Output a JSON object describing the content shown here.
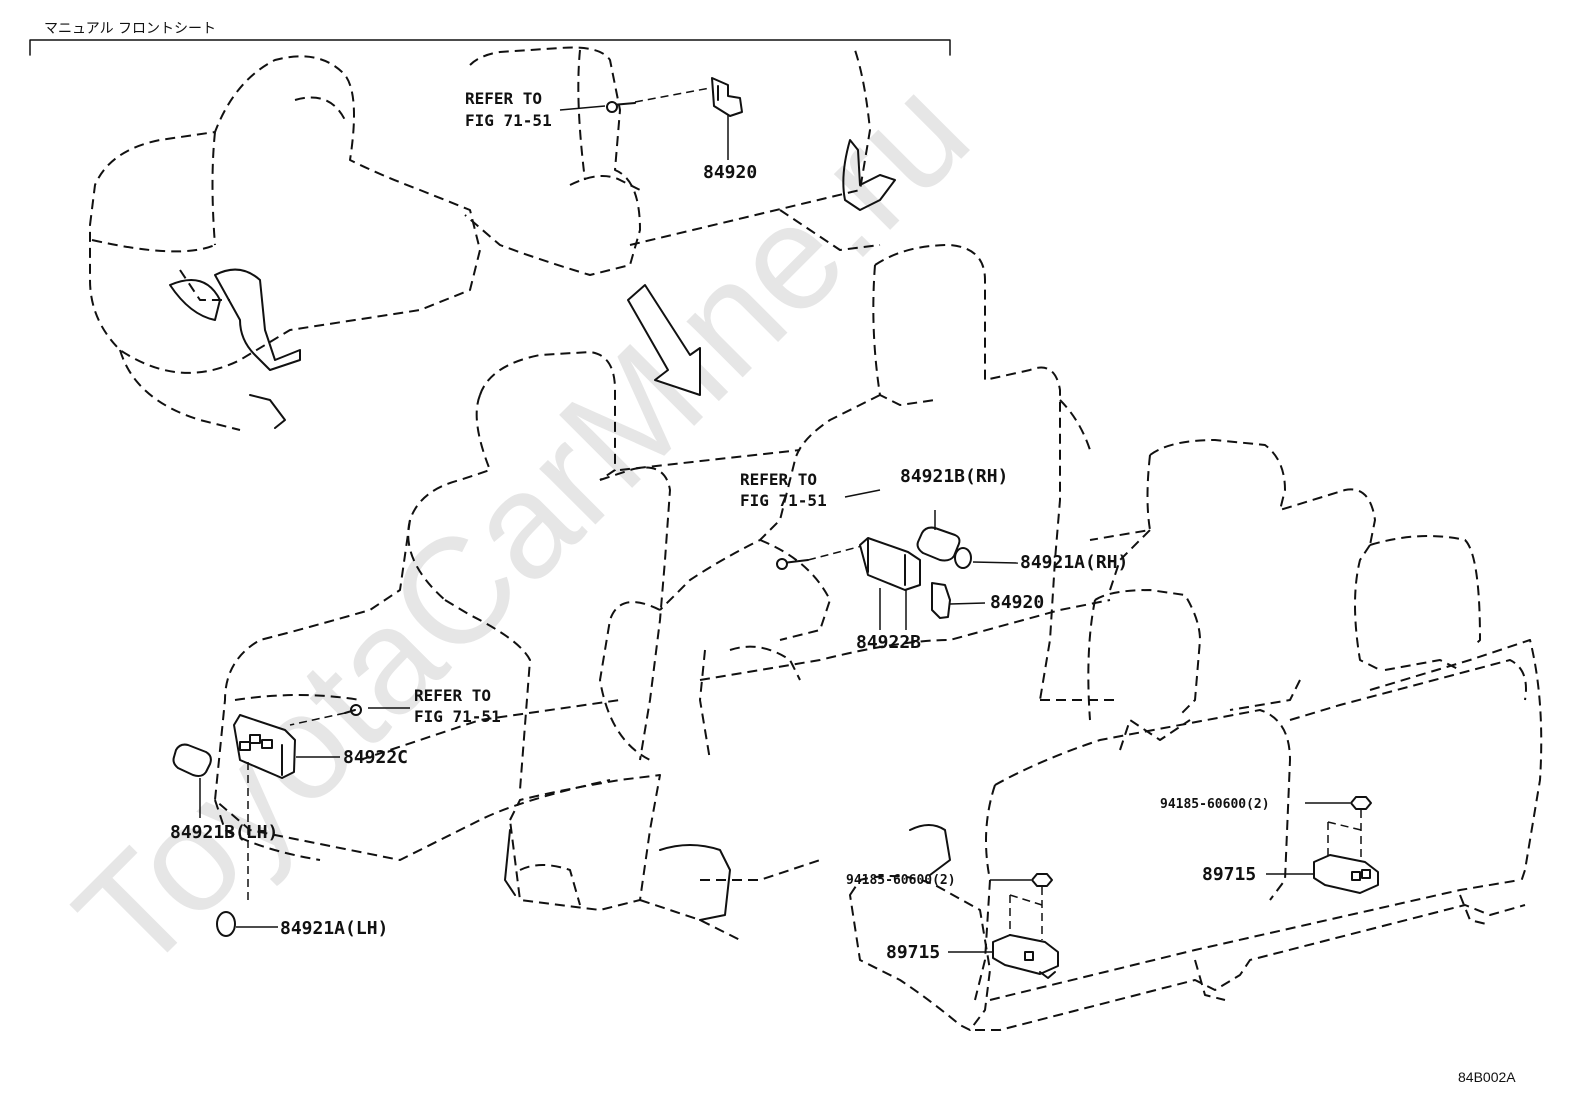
{
  "header": {
    "title": "マニュアル フロントシート"
  },
  "watermark": "ToyotaCarMine.ru",
  "diagram_code": "84B002A",
  "callouts": {
    "top_refer_1": "REFER TO",
    "top_refer_2": "FIG 71-51",
    "top_84920": "84920",
    "mid_refer_1": "REFER TO",
    "mid_refer_2": "FIG 71-51",
    "p84921b_rh": "84921B(RH)",
    "p84921a_rh": "84921A(RH)",
    "mid_84920": "84920",
    "p84922b": "84922B",
    "left_refer_1": "REFER TO",
    "left_refer_2": "FIG 71-51",
    "p84922c": "84922C",
    "p84921b_lh": "84921B(LH)",
    "p84921a_lh": "84921A(LH)",
    "bolt_right": "94185-60600(2)",
    "bolt_left": "94185-60600(2)",
    "p89715_right": "89715",
    "p89715_left": "89715"
  }
}
